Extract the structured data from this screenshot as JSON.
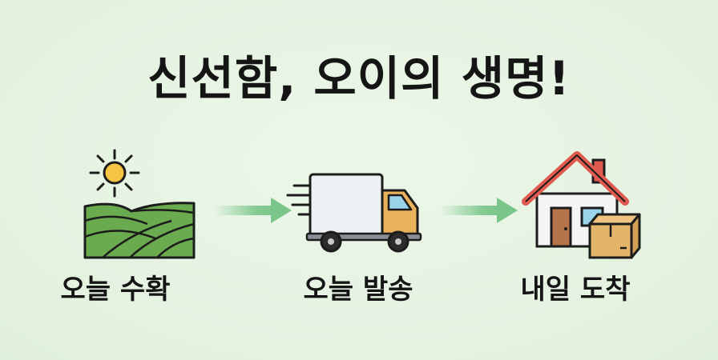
{
  "title": "신선함, 오이의 생명!",
  "steps": [
    {
      "label": "오늘 수확",
      "icon": "field-with-sun-icon"
    },
    {
      "label": "오늘 발송",
      "icon": "delivery-truck-icon"
    },
    {
      "label": "내일 도착",
      "icon": "house-with-package-icon"
    }
  ],
  "colors": {
    "background": "#e6f3e2",
    "arrow": "#7ac58a",
    "field": "#6bab4f",
    "sun": "#f6c343",
    "truck_cab": "#e9b25a",
    "roof": "#e05a4f",
    "box": "#e3b56a"
  }
}
